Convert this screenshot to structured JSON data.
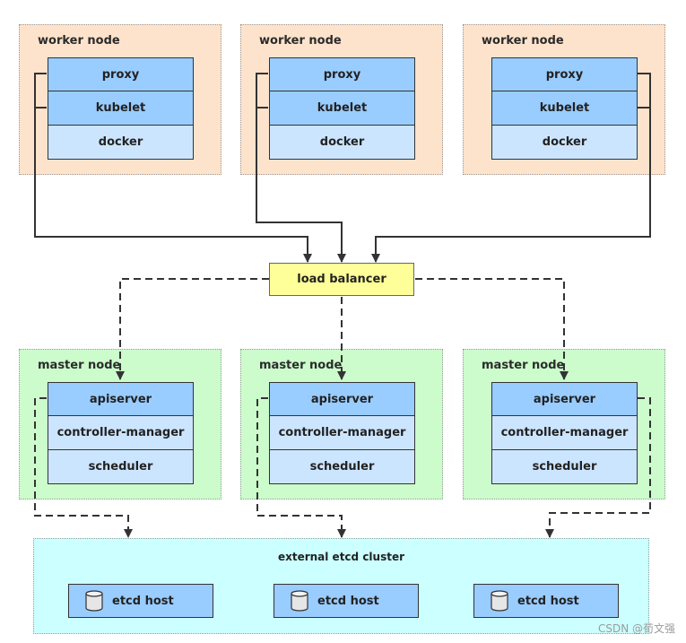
{
  "worker_nodes": [
    {
      "label": "worker node",
      "components": [
        "proxy",
        "kubelet",
        "docker"
      ]
    },
    {
      "label": "worker node",
      "components": [
        "proxy",
        "kubelet",
        "docker"
      ]
    },
    {
      "label": "worker node",
      "components": [
        "proxy",
        "kubelet",
        "docker"
      ]
    }
  ],
  "load_balancer": {
    "label": "load balancer"
  },
  "master_nodes": [
    {
      "label": "master node",
      "components": [
        "apiserver",
        "controller-manager",
        "scheduler"
      ]
    },
    {
      "label": "master node",
      "components": [
        "apiserver",
        "controller-manager",
        "scheduler"
      ]
    },
    {
      "label": "master node",
      "components": [
        "apiserver",
        "controller-manager",
        "scheduler"
      ]
    }
  ],
  "etcd_cluster": {
    "label": "external etcd cluster",
    "hosts": [
      "etcd host",
      "etcd host",
      "etcd host"
    ]
  },
  "watermark": "CSDN @荀文强",
  "colors": {
    "worker_bg": "#fde3cc",
    "master_bg": "#ccfccc",
    "etcd_bg": "#ccffff",
    "component_dark": "#99ccff",
    "component_light": "#cce5ff",
    "load_balancer": "#ffff99"
  }
}
